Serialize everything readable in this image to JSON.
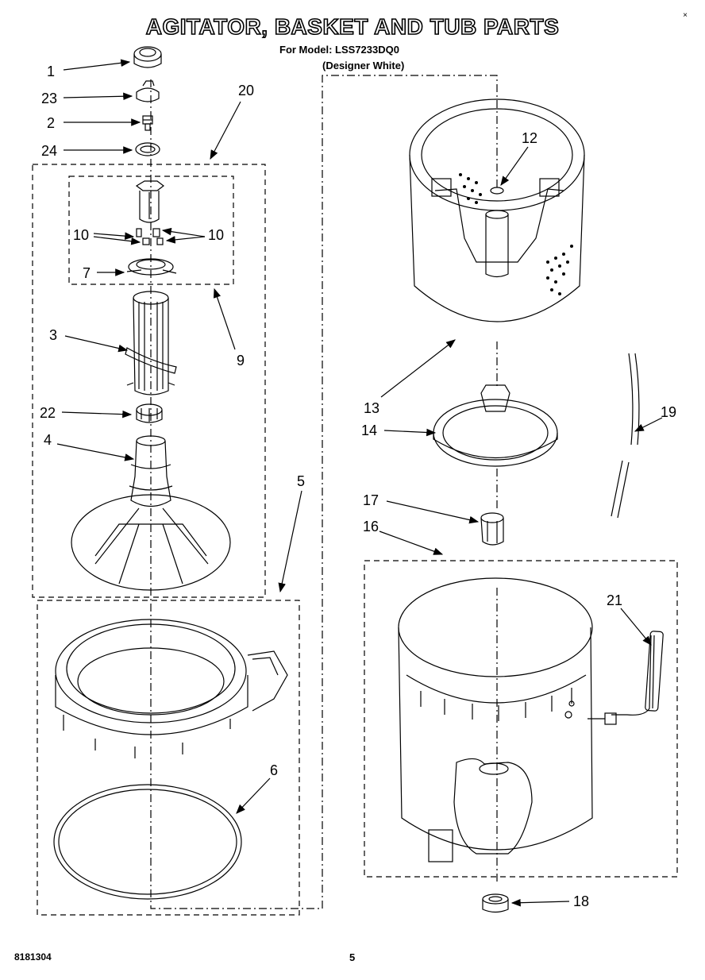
{
  "title": "AGITATOR, BASKET AND TUB PARTS",
  "model_line": "For Model: LSS7233DQ0",
  "color_line": "(Designer White)",
  "corner_mark": "×",
  "footer": {
    "doc_number": "8181304",
    "page": "5"
  },
  "callouts": {
    "c1": "1",
    "c23": "23",
    "c2": "2",
    "c24": "24",
    "c20": "20",
    "c10a": "10",
    "c10b": "10",
    "c7": "7",
    "c9": "9",
    "c3": "3",
    "c22": "22",
    "c4": "4",
    "c5": "5",
    "c6": "6",
    "c12": "12",
    "c13": "13",
    "c14": "14",
    "c19": "19",
    "c17": "17",
    "c16": "16",
    "c21": "21",
    "c18": "18"
  }
}
